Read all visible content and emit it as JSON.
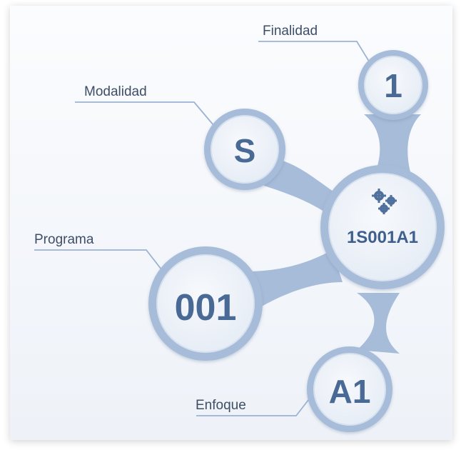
{
  "labels": {
    "finalidad": "Finalidad",
    "modalidad": "Modalidad",
    "programa": "Programa",
    "enfoque": "Enfoque"
  },
  "nodes": {
    "finalidad": "1",
    "modalidad": "S",
    "programa": "001",
    "enfoque": "A1",
    "hub": "1S001A1"
  },
  "hub_icon": "gears-icon",
  "colors": {
    "connector": "#a6bcd9",
    "ring": "#a6bcd9",
    "ring_inner_edge": "#d6e1ef",
    "node_fill": "#eef3f9",
    "text": "#4a6a96",
    "label_line": "#9bb3d2",
    "background": "#f6f8fb"
  }
}
